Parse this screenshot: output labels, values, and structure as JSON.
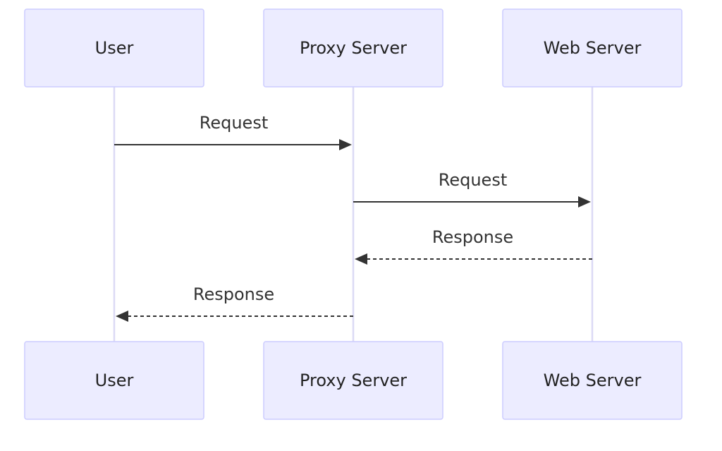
{
  "colors": {
    "actor_fill": "#ECECFF",
    "actor_stroke": "#CCCCFF",
    "lifeline": "#DCDAF5",
    "message": "#333333",
    "text": "#222222"
  },
  "actors": [
    {
      "id": "user",
      "label": "User"
    },
    {
      "id": "proxy",
      "label": "Proxy Server"
    },
    {
      "id": "web",
      "label": "Web Server"
    }
  ],
  "messages": [
    {
      "from": "user",
      "to": "proxy",
      "label": "Request",
      "style": "solid"
    },
    {
      "from": "proxy",
      "to": "web",
      "label": "Request",
      "style": "solid"
    },
    {
      "from": "web",
      "to": "proxy",
      "label": "Response",
      "style": "dashed"
    },
    {
      "from": "proxy",
      "to": "user",
      "label": "Response",
      "style": "dashed"
    }
  ]
}
